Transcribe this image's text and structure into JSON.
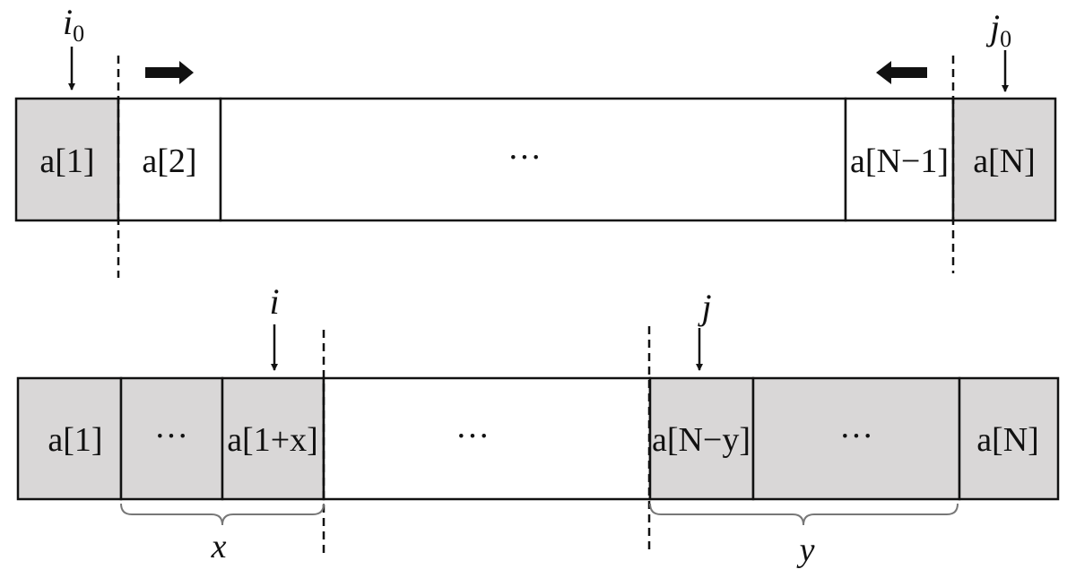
{
  "colors": {
    "shaded_cell": "#d9d7d7",
    "plain_cell": "#ffffff",
    "stroke": "#111111",
    "brace": "#777777"
  },
  "top_array": {
    "cells": [
      {
        "label": "a[1]",
        "shaded": true
      },
      {
        "label": "a[2]",
        "shaded": false
      },
      {
        "label": "···",
        "shaded": false
      },
      {
        "label": "a[N−1]",
        "shaded": false
      },
      {
        "label": "a[N]",
        "shaded": true
      }
    ],
    "pointers": [
      {
        "name": "i",
        "sub": "0"
      },
      {
        "name": "j",
        "sub": "0"
      }
    ],
    "scan_arrows": [
      {
        "direction": "right"
      },
      {
        "direction": "left"
      }
    ]
  },
  "bottom_array": {
    "cells": [
      {
        "label": "a[1]",
        "shaded": true
      },
      {
        "label": "···",
        "shaded": true
      },
      {
        "label": "a[1+x]",
        "shaded": true
      },
      {
        "label": "···",
        "shaded": false
      },
      {
        "label": "a[N−y]",
        "shaded": true
      },
      {
        "label": "···",
        "shaded": true
      },
      {
        "label": "a[N]",
        "shaded": true
      }
    ],
    "pointers": [
      {
        "name": "i"
      },
      {
        "name": "j"
      }
    ],
    "braces": [
      {
        "label": "x"
      },
      {
        "label": "y"
      }
    ]
  }
}
